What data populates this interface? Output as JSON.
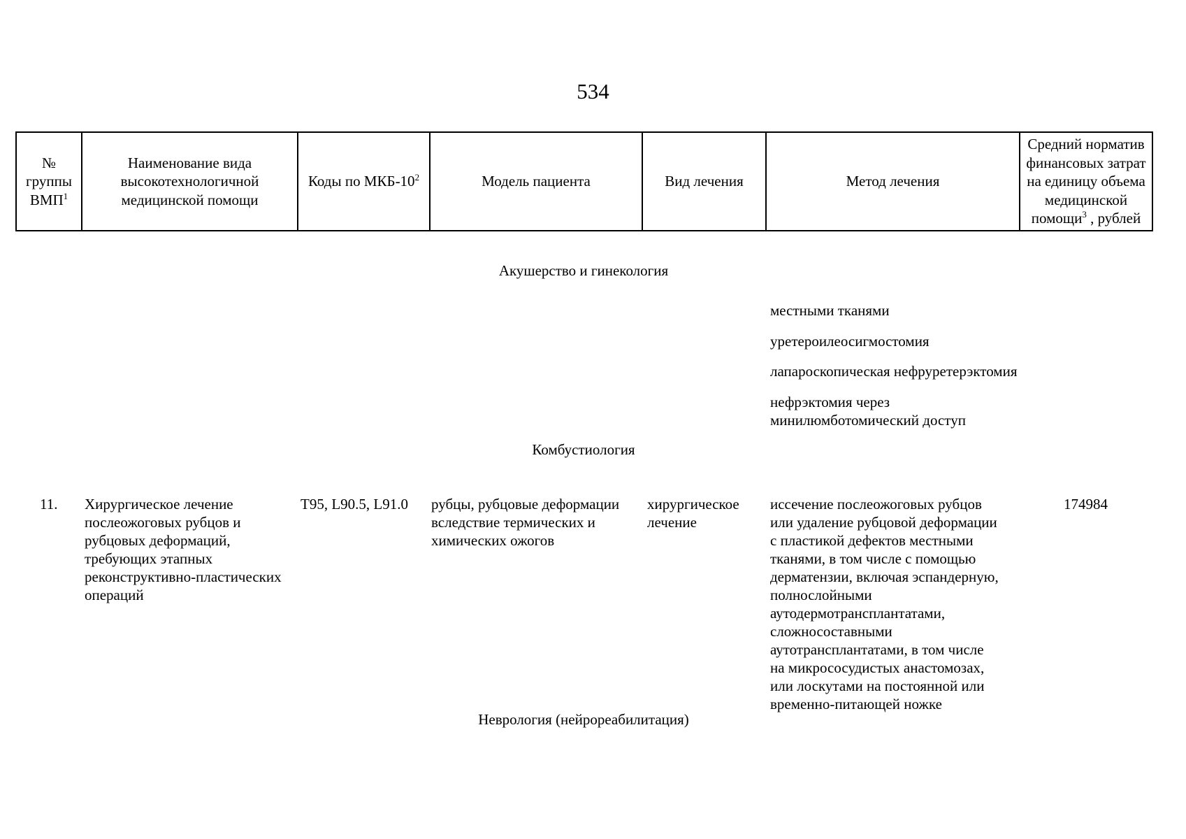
{
  "page_number": "534",
  "table_header": {
    "col1": {
      "text": "№\nгруппы\nВМП",
      "sup": "1"
    },
    "col2": {
      "text": "Наименование вида\nвысокотехнологичной\nмедицинской помощи"
    },
    "col3": {
      "text": "Коды по МКБ-10",
      "sup": "2"
    },
    "col4": {
      "text": "Модель пациента"
    },
    "col5": {
      "text": "Вид лечения"
    },
    "col6": {
      "text": "Метод лечения"
    },
    "col7": {
      "text": "Средний норматив\nфинансовых затрат\nна единицу объема\nмедицинской\nпомощи",
      "sup": "3",
      "text_after": " , рублей"
    }
  },
  "section_obstetrics": {
    "title": "Акушерство и гинекология",
    "methods": [
      "местными тканями",
      "уретероилеосигмостомия",
      "лапароскопическая нефруретерэктомия",
      "нефрэктомия через\nминилюмботомический доступ"
    ]
  },
  "section_combustiology": {
    "title": "Комбустиология",
    "row": {
      "group_number": "11.",
      "care_type": "Хирургическое лечение\nпослеожоговых рубцов и\nрубцовых деформаций,\nтребующих этапных\nреконструктивно-пластических\nопераций",
      "icd_codes": "T95, L90.5, L91.0",
      "patient_model": "рубцы, рубцовые деформации\nвследствие термических и\nхимических ожогов",
      "treatment_kind": "хирургическое\nлечение",
      "treatment_method": "иссечение послеожоговых рубцов\nили удаление рубцовой деформации\nс пластикой дефектов местными\nтканями, в том числе с помощью\nдерматензии, включая эспандерную,\nполнослойными\nаутодермотрансплантатами,\nсложносоставными\nаутотрансплантатами, в том числе\nна микрососудистых анастомозах,\nили лоскутами на постоянной или\nвременно-питающей ножке",
      "cost_norm": "174984"
    }
  },
  "section_neurology": {
    "title": "Неврология (нейрореабилитация)"
  }
}
